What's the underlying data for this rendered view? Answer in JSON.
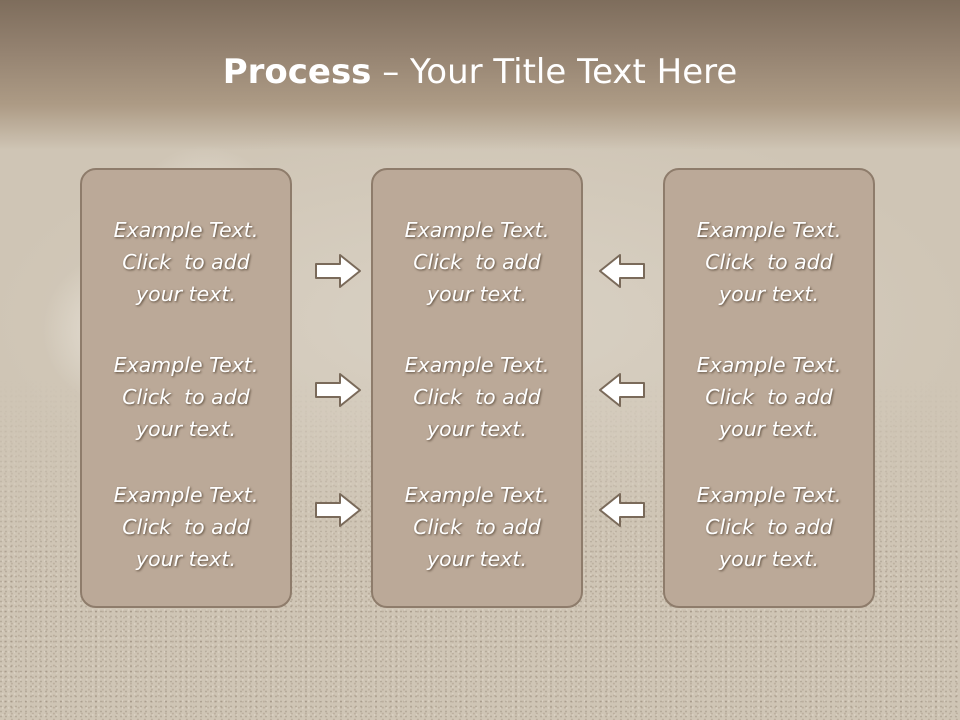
{
  "slide": {
    "title_bold": "Process",
    "title_rest": " – Your Title Text Here"
  },
  "columns": [
    {
      "items": [
        {
          "line1": "Example Text.",
          "line2": "Click  to add",
          "line3": "your text."
        },
        {
          "line1": "Example Text.",
          "line2": "Click  to add",
          "line3": "your text."
        },
        {
          "line1": "Example Text.",
          "line2": "Click  to add",
          "line3": "your text."
        }
      ]
    },
    {
      "items": [
        {
          "line1": "Example Text.",
          "line2": "Click  to add",
          "line3": "your text."
        },
        {
          "line1": "Example Text.",
          "line2": "Click  to add",
          "line3": "your text."
        },
        {
          "line1": "Example Text.",
          "line2": "Click  to add",
          "line3": "your text."
        }
      ]
    },
    {
      "items": [
        {
          "line1": "Example Text.",
          "line2": "Click  to add",
          "line3": "your text."
        },
        {
          "line1": "Example Text.",
          "line2": "Click  to add",
          "line3": "your text."
        },
        {
          "line1": "Example Text.",
          "line2": "Click  to add",
          "line3": "your text."
        }
      ]
    }
  ],
  "arrows": {
    "left_group": "arrow-right-icon",
    "right_group": "arrow-left-icon"
  },
  "colors": {
    "panel_fill": "#bba998",
    "panel_border": "#8e7c6b",
    "header": "#8c7a68",
    "text": "#ffffff"
  }
}
